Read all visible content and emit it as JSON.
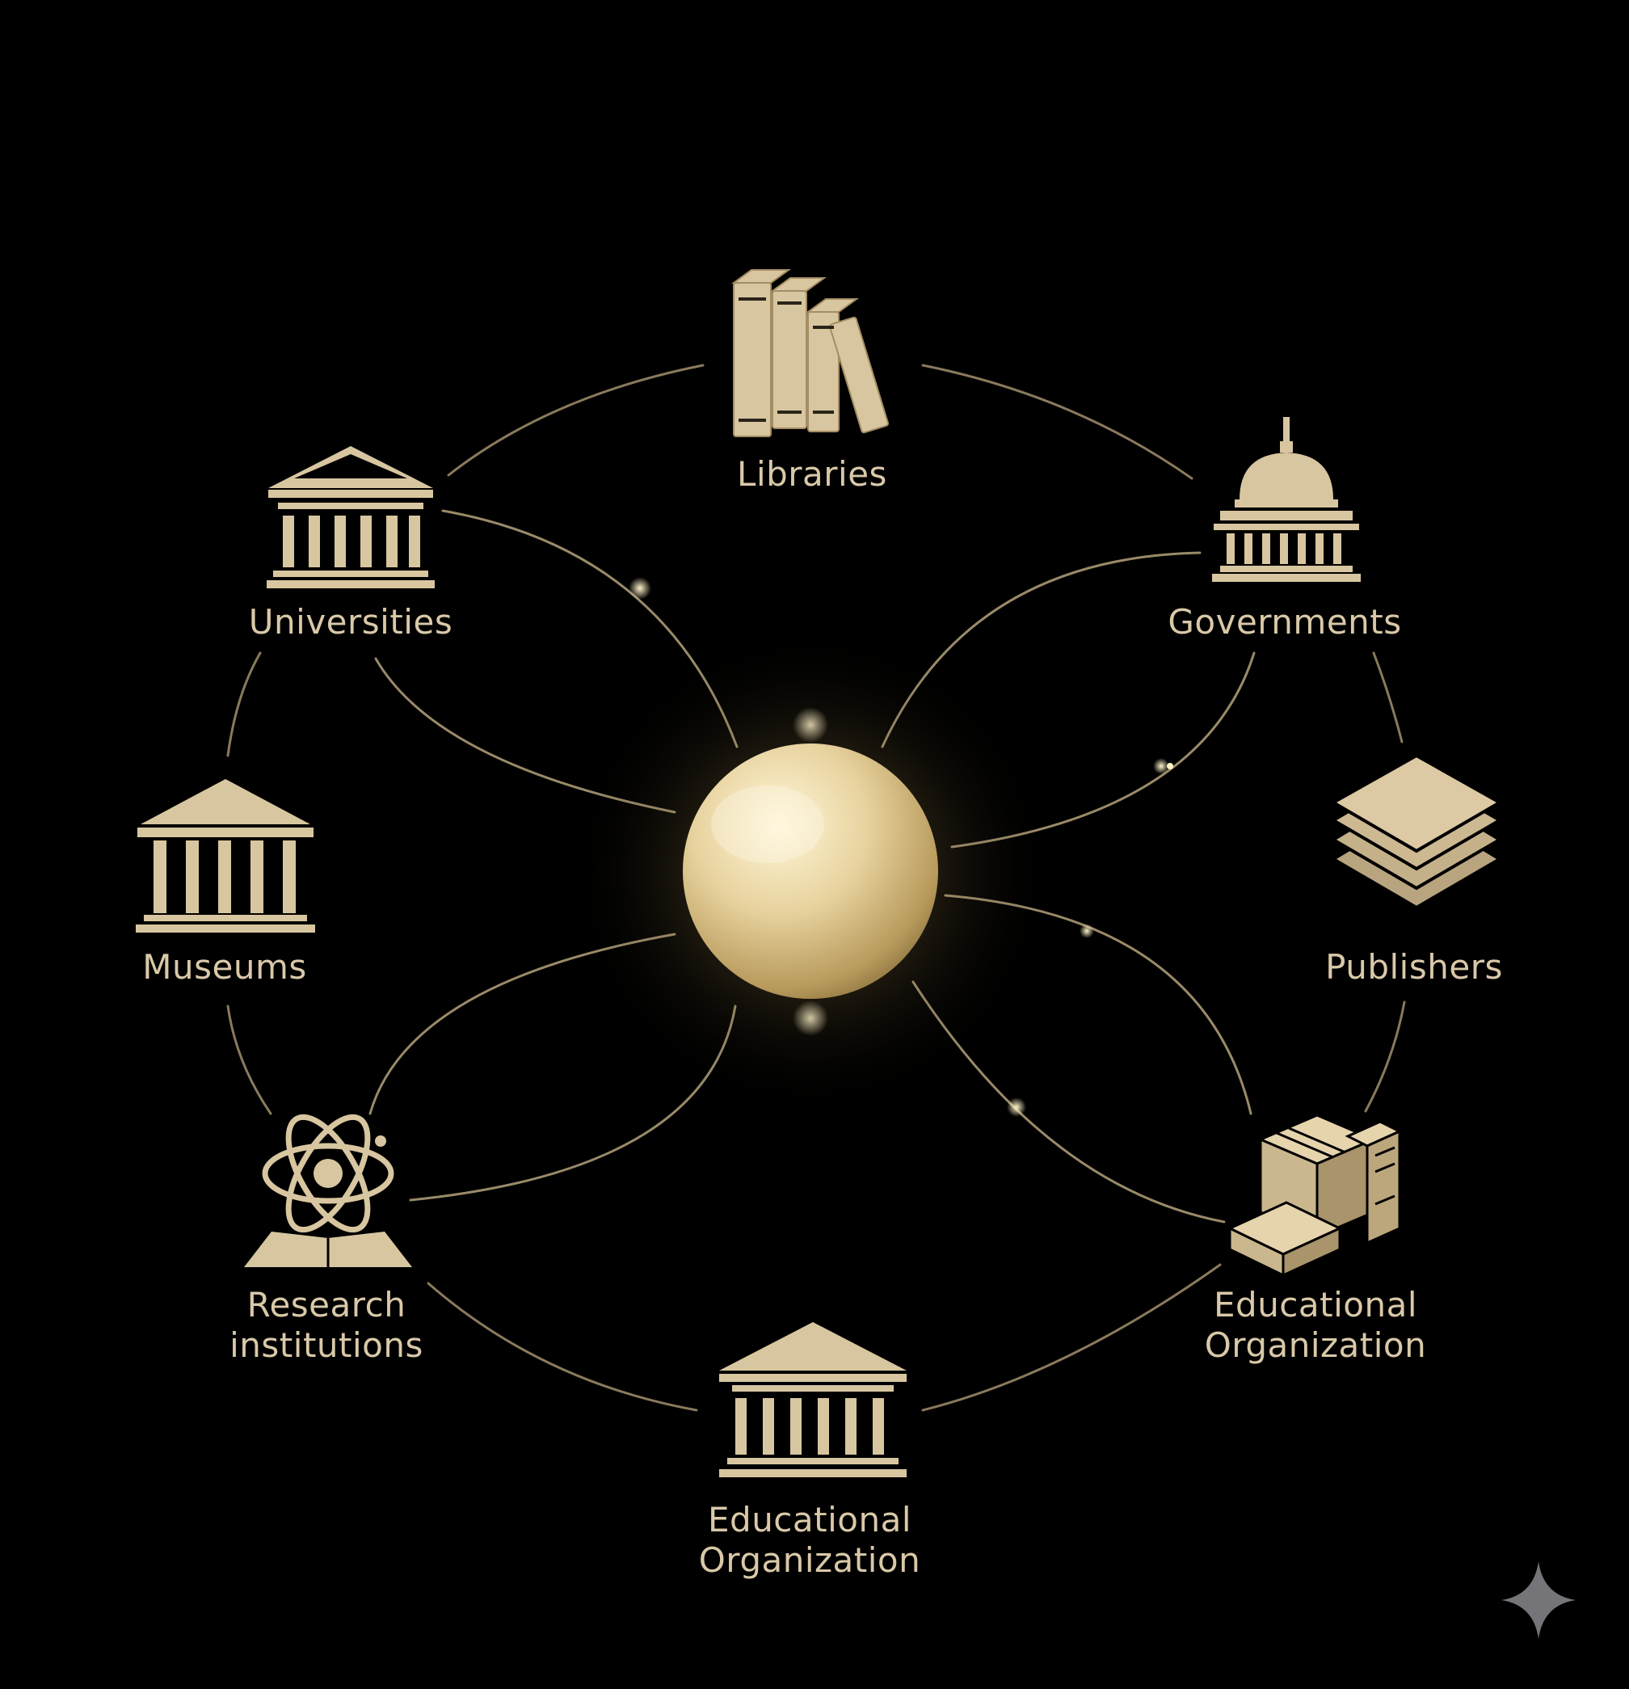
{
  "colors": {
    "background": "#000000",
    "gold": "#d8c6a0",
    "gold_dark": "#a48d64",
    "line": "#8a7a5c",
    "glow": "#fff1c0"
  },
  "nodes": [
    {
      "id": "libraries",
      "icon": "books-icon",
      "label_lines": [
        "Libraries"
      ]
    },
    {
      "id": "governments",
      "icon": "capitol-dome-icon",
      "label_lines": [
        "Governments"
      ]
    },
    {
      "id": "publishers",
      "icon": "stacked-layers-icon",
      "label_lines": [
        "Publishers"
      ]
    },
    {
      "id": "educational-organization-right",
      "icon": "boxes-and-books-icon",
      "label_lines": [
        "Educational",
        "Organization"
      ]
    },
    {
      "id": "educational-organization-bottom",
      "icon": "columned-building-icon",
      "label_lines": [
        "Educational",
        "Organization"
      ]
    },
    {
      "id": "research-institutions",
      "icon": "atom-book-icon",
      "label_lines": [
        "Research",
        "institutions"
      ]
    },
    {
      "id": "museums",
      "icon": "temple-icon",
      "label_lines": [
        "Museums"
      ]
    },
    {
      "id": "universities",
      "icon": "university-building-icon",
      "label_lines": [
        "Universities"
      ]
    }
  ],
  "center": {
    "icon": "glowing-sphere"
  },
  "watermark": {
    "icon": "sparkle-icon"
  }
}
